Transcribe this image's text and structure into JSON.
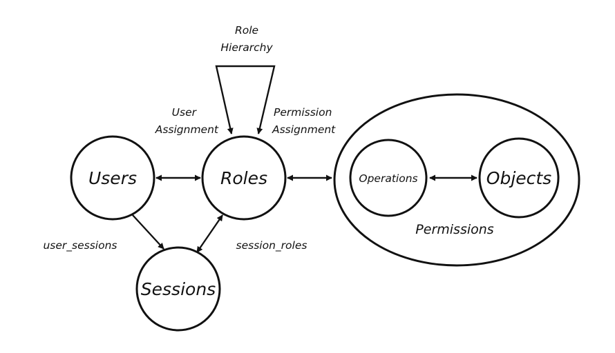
{
  "nodes": {
    "users": "Users",
    "roles": "Roles",
    "sessions": "Sessions",
    "operations": "Operations",
    "objects": "Objects",
    "permissions": "Permissions"
  },
  "edge_labels": {
    "role_hierarchy_line1": "Role",
    "role_hierarchy_line2": "Hierarchy",
    "user_assignment_line1": "User",
    "user_assignment_line2": "Assignment",
    "permission_assignment_line1": "Permission",
    "permission_assignment_line2": "Assignment",
    "user_sessions": "user_sessions",
    "session_roles": "session_roles"
  },
  "colors": {
    "stroke": "#111111",
    "background": "#ffffff"
  }
}
